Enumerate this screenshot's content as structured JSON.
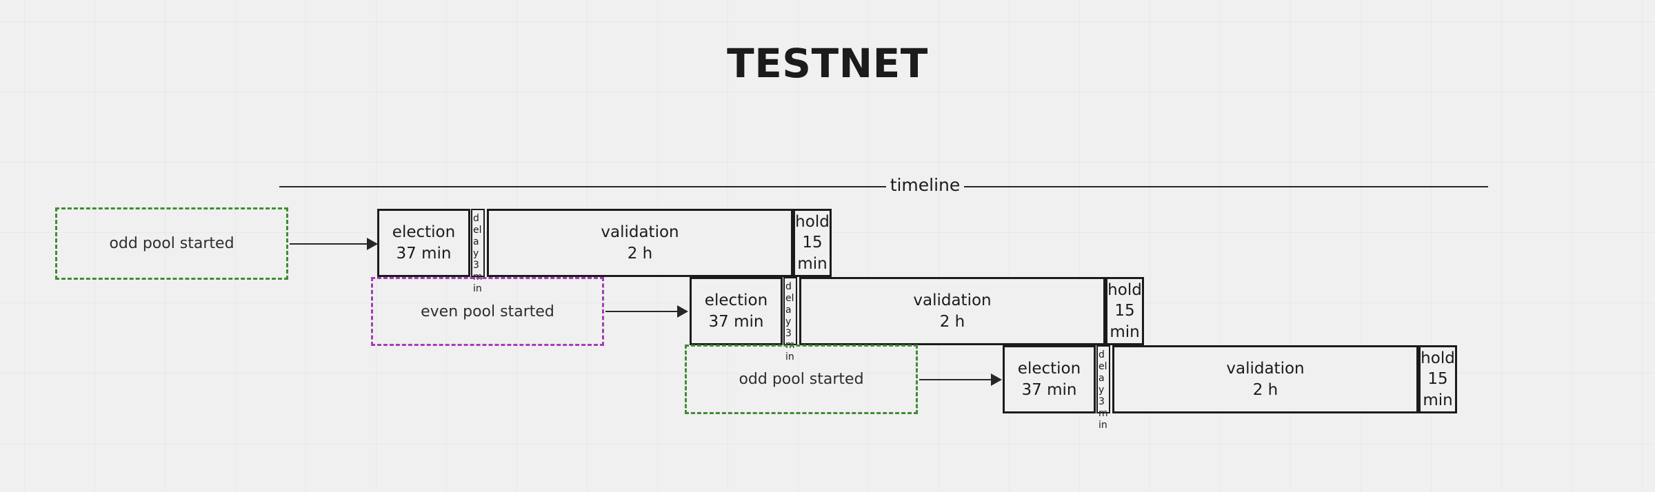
{
  "title": "TESTNET",
  "timeline": {
    "label": "timeline"
  },
  "events": [
    {
      "id": "odd-pool-started-1",
      "label": "odd pool started",
      "color": "green",
      "color_hex": "#3f8c33"
    },
    {
      "id": "even-pool-started-1",
      "label": "even pool started",
      "color": "purple",
      "color_hex": "#a13fb5"
    },
    {
      "id": "odd-pool-started-2",
      "label": "odd pool started",
      "color": "green",
      "color_hex": "#3f8c33"
    }
  ],
  "rows": [
    {
      "id": "row-1",
      "phases": [
        {
          "id": "election",
          "name": "election",
          "duration": "37 min"
        },
        {
          "id": "delay",
          "name": "delay",
          "duration": "3 min",
          "narrow": true,
          "text": "delay 3 min"
        },
        {
          "id": "validation",
          "name": "validation",
          "duration": "2 h"
        },
        {
          "id": "hold",
          "name": "hold",
          "duration": "15 min",
          "duration_line1": "15",
          "duration_line2": "min"
        }
      ]
    },
    {
      "id": "row-2",
      "phases": [
        {
          "id": "election",
          "name": "election",
          "duration": "37 min"
        },
        {
          "id": "delay",
          "name": "delay",
          "duration": "3 min",
          "narrow": true,
          "text": "delay 3 min"
        },
        {
          "id": "validation",
          "name": "validation",
          "duration": "2 h"
        },
        {
          "id": "hold",
          "name": "hold",
          "duration": "15 min",
          "duration_line1": "15",
          "duration_line2": "min"
        }
      ]
    },
    {
      "id": "row-3",
      "phases": [
        {
          "id": "election",
          "name": "election",
          "duration": "37 min"
        },
        {
          "id": "delay",
          "name": "delay",
          "duration": "3 min",
          "narrow": true,
          "text": "delay 3 min"
        },
        {
          "id": "validation",
          "name": "validation",
          "duration": "2 h"
        },
        {
          "id": "hold",
          "name": "hold",
          "duration": "15 min",
          "duration_line1": "15",
          "duration_line2": "min"
        }
      ]
    }
  ],
  "colors": {
    "background": "#f0f0f0",
    "ink": "#1b1b1b",
    "green": "#3f8c33",
    "purple": "#a13fb5"
  }
}
